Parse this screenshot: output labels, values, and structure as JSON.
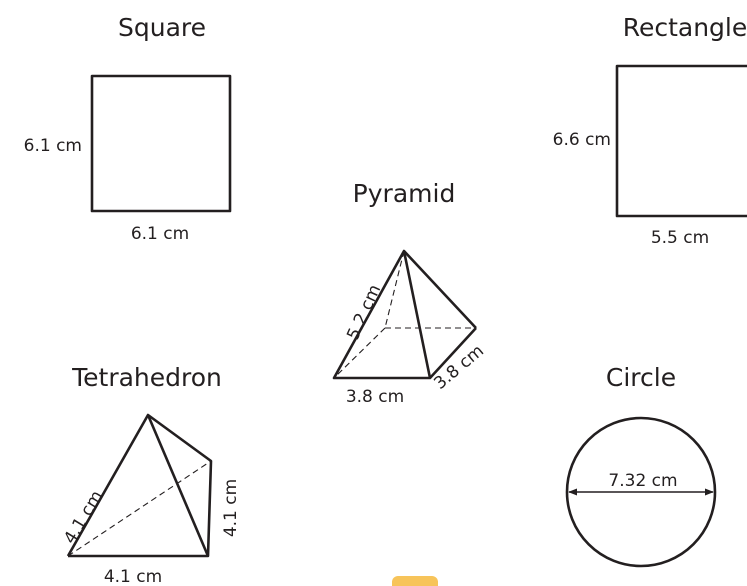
{
  "shapes": {
    "square": {
      "title": "Square",
      "side_label": "6.1 cm",
      "bottom_label": "6.1 cm"
    },
    "rectangle": {
      "title": "Rectangle",
      "side_label": "6.6 cm",
      "bottom_label": "5.5 cm"
    },
    "pyramid": {
      "title": "Pyramid",
      "slant_label": "5.2 cm",
      "base_front_label": "3.8 cm",
      "base_side_label": "3.8 cm"
    },
    "tetrahedron": {
      "title": "Tetrahedron",
      "left_edge_label": "4.1 cm",
      "right_edge_label": "4.1 cm",
      "bottom_label": "4.1 cm"
    },
    "circle": {
      "title": "Circle",
      "diameter_label": "7.32 cm"
    }
  },
  "colors": {
    "ink": "#231f20",
    "watermark": "#f7c45a"
  }
}
